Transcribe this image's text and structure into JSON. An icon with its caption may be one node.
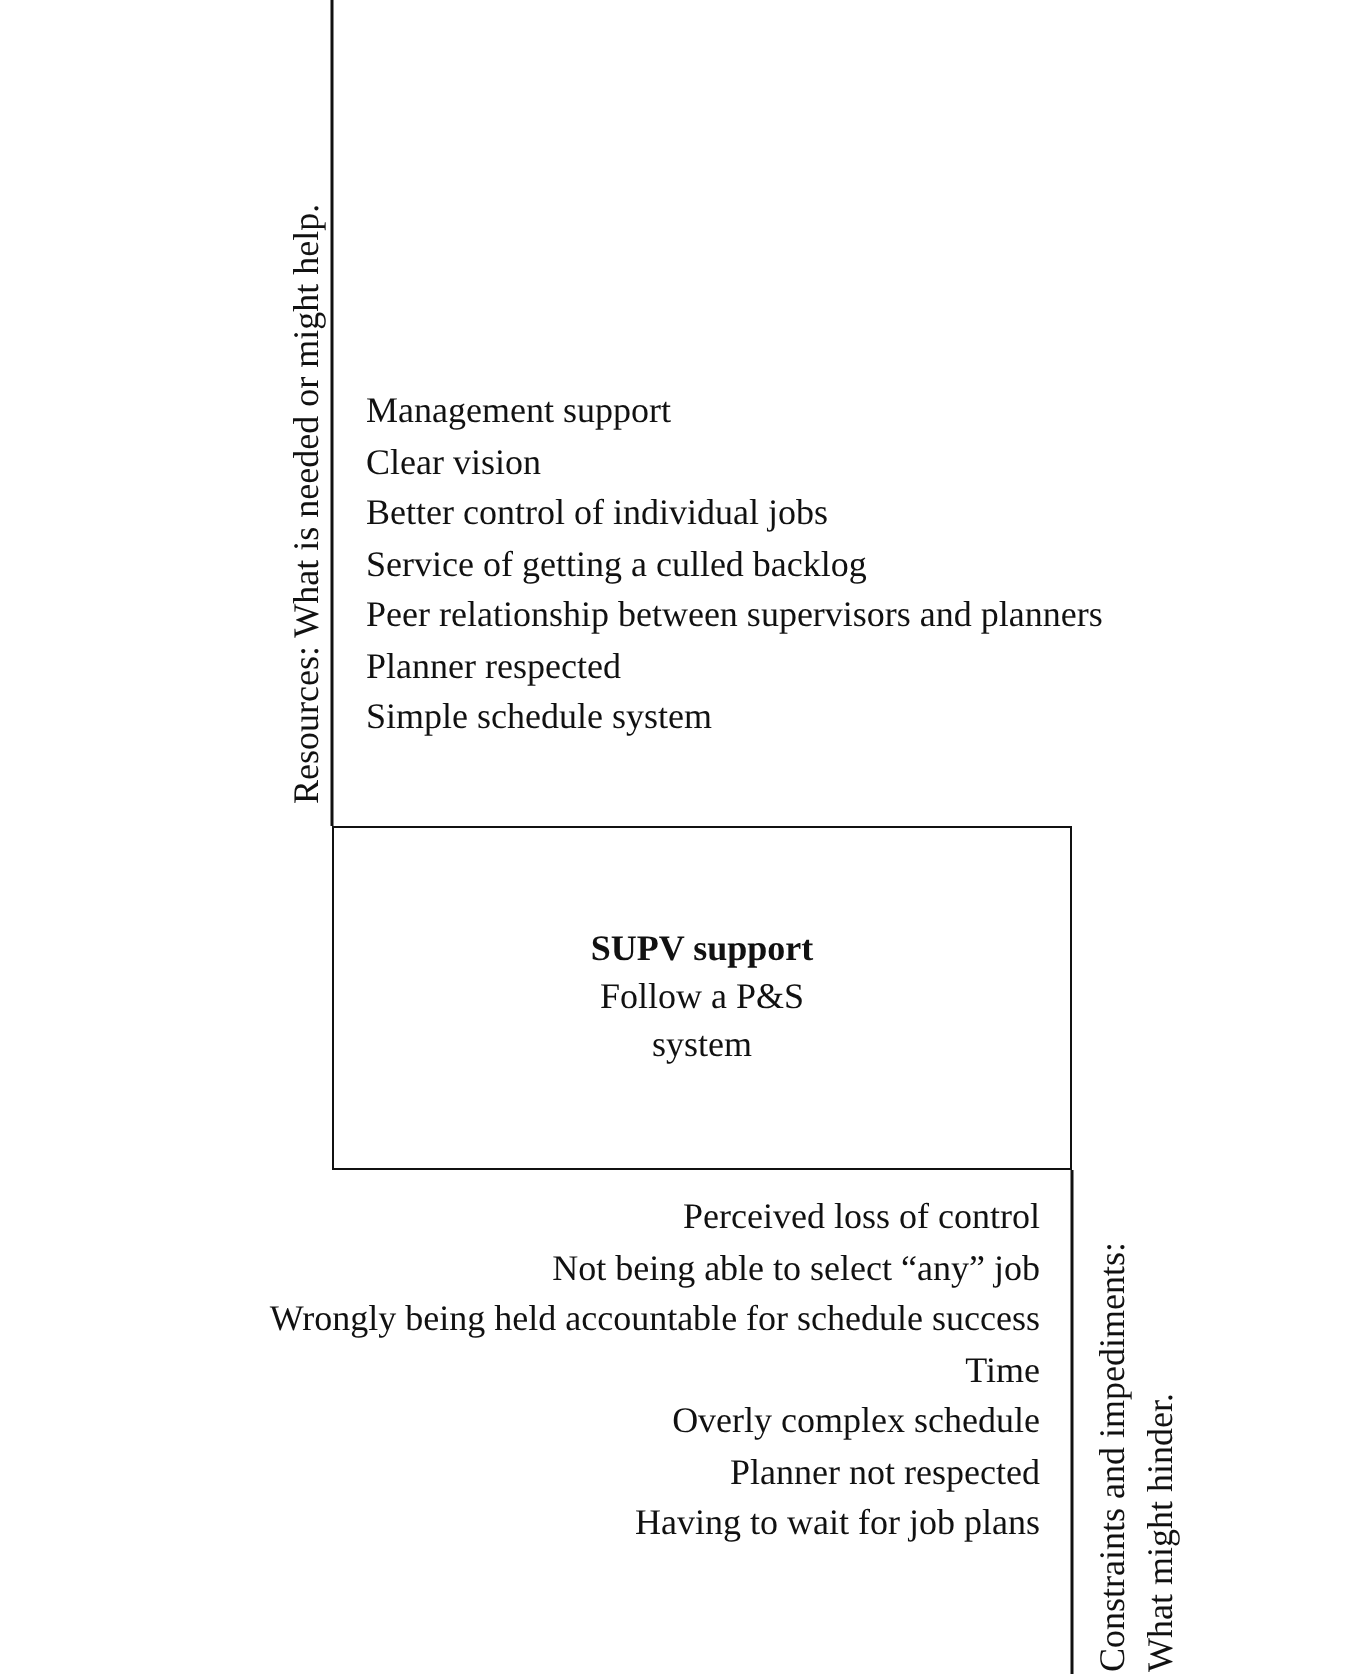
{
  "diagram": {
    "nodes": [
      {
        "text": [
          "SUPV support",
          "Follow a P&S system"
        ]
      }
    ],
    "labels": [
      "Resources:  What is needed or might help.",
      "Management support",
      "Clear vision",
      "Better control of individual jobs",
      "Service of getting a culled backlog",
      "Peer relationship between supervisors and planners",
      "Planner respected",
      "Simple schedule system",
      "Perceived loss of control",
      "Not being able to select “any” job",
      "Wrongly being held accountable for schedule success",
      "Time",
      "Overly complex schedule",
      "Planner not respected",
      "Having to wait for job plans",
      "Constraints and impediments: What might hinder."
    ]
  }
}
